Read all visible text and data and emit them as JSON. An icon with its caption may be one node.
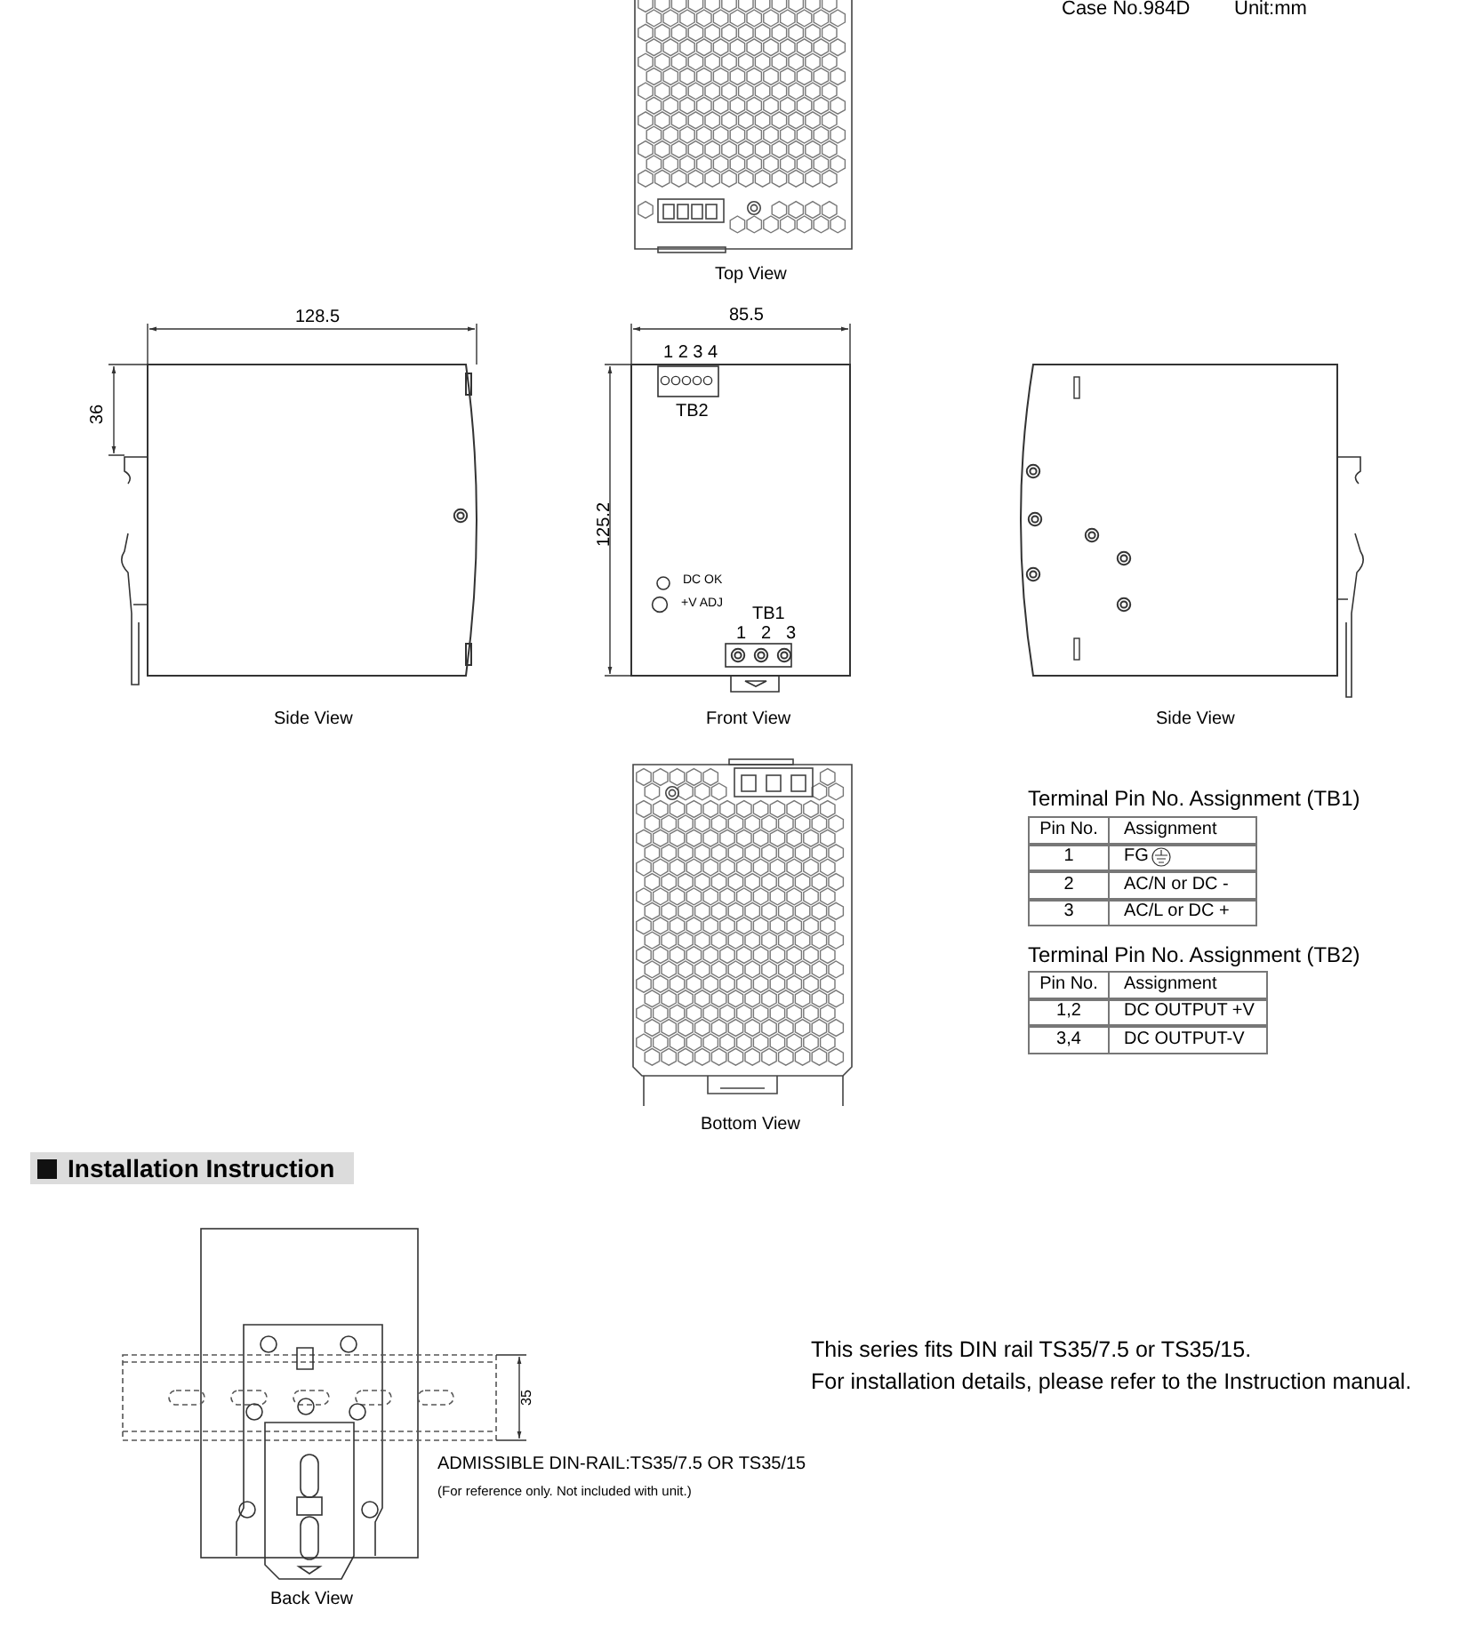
{
  "diagram": {
    "title": "Installation Instruction",
    "labels": [
      "Case No.984D",
      "Unit:mm",
      "Top View",
      "128.5",
      "85.5",
      "1 2 3 4",
      "TB2",
      "36",
      "125.2",
      "DC OK",
      "+V ADJ",
      "TB1",
      "1",
      "2",
      "3",
      "Side View",
      "Front View",
      "Side View",
      "Terminal Pin No. Assignment (TB1)",
      "Pin No.",
      "Assignment",
      "1",
      "FG",
      "2",
      "AC/N or DC -",
      "3",
      "AC/L or DC +",
      "Terminal Pin No. Assignment (TB2)",
      "Pin No.",
      "Assignment",
      "1,2",
      "DC OUTPUT +V",
      "3,4",
      "DC OUTPUT-V",
      "Bottom View",
      "35",
      "ADMISSIBLE DIN-RAIL:TS35/7.5 OR TS35/15",
      "(For reference only. Not included with unit.)",
      "Back View",
      "This series fits DIN rail TS35/7.5 or TS35/15.",
      "For installation details, please refer to the Instruction manual."
    ]
  }
}
